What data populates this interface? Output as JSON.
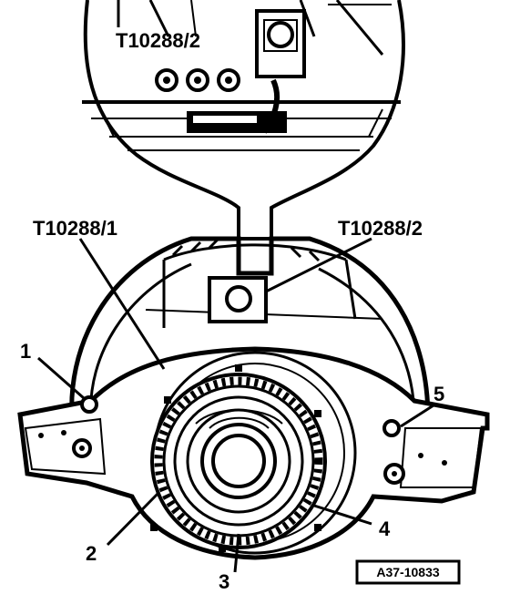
{
  "labels": {
    "detail_tool": "T10288/2",
    "tool_1": "T10288/1",
    "tool_2": "T10288/2",
    "item_1": "1",
    "item_2": "2",
    "item_3": "3",
    "item_4": "4",
    "item_5": "5",
    "figure_ref": "A37-10833"
  }
}
